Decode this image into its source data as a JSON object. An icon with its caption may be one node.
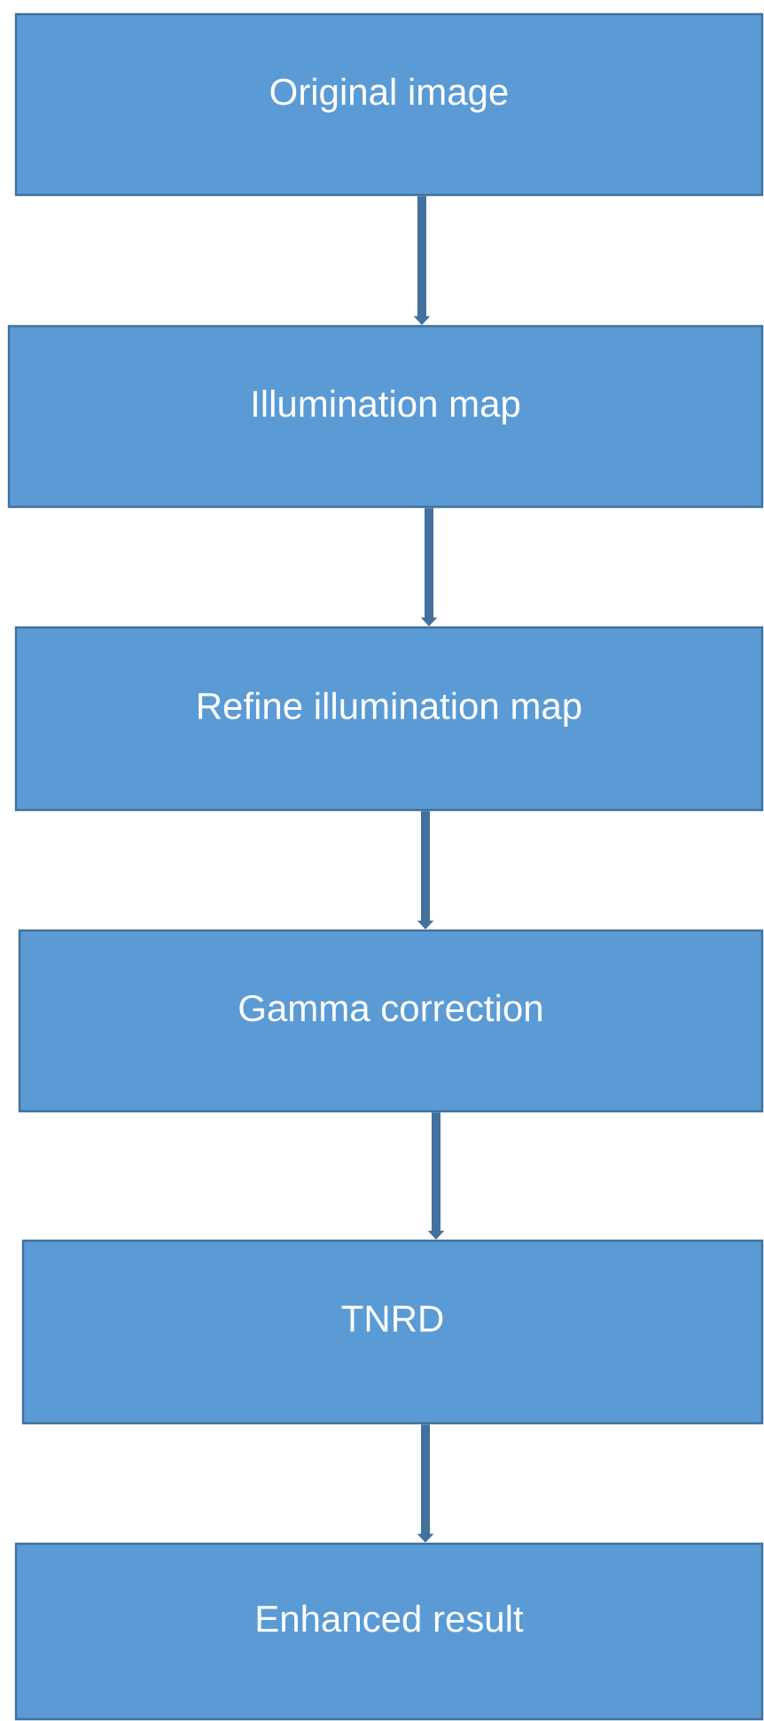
{
  "diagram": {
    "nodes": [
      {
        "text": [
          "Original image"
        ]
      },
      {
        "text": [
          "Illumination map"
        ]
      },
      {
        "text": [
          "Refine illumination map"
        ]
      },
      {
        "text": [
          "Gamma correction"
        ]
      },
      {
        "text": [
          "TNRD"
        ]
      },
      {
        "text": [
          "Enhanced result"
        ]
      }
    ],
    "edges": [
      {
        "from": 0,
        "to": 1,
        "arrow": "to"
      },
      {
        "from": 1,
        "to": 2,
        "arrow": "to"
      },
      {
        "from": 2,
        "to": 3,
        "arrow": "to"
      },
      {
        "from": 3,
        "to": 4,
        "arrow": "to"
      },
      {
        "from": 4,
        "to": 5,
        "arrow": "to"
      }
    ]
  }
}
